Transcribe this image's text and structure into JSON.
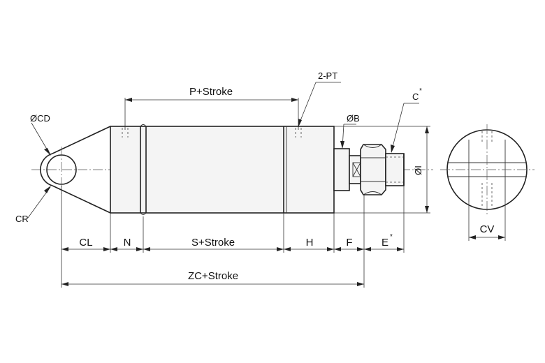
{
  "diagram": {
    "labels": {
      "cd": "ØCD",
      "cr": "CR",
      "p_stroke": "P+Stroke",
      "pt": "2-PT",
      "b": "ØB",
      "c": "C",
      "c_mark": "*",
      "i": "ØI",
      "cl": "CL",
      "n": "N",
      "s_stroke": "S+Stroke",
      "h": "H",
      "f": "F",
      "e": "E",
      "e_mark": "*",
      "zc_stroke": "ZC+Stroke",
      "cv": "CV"
    }
  }
}
